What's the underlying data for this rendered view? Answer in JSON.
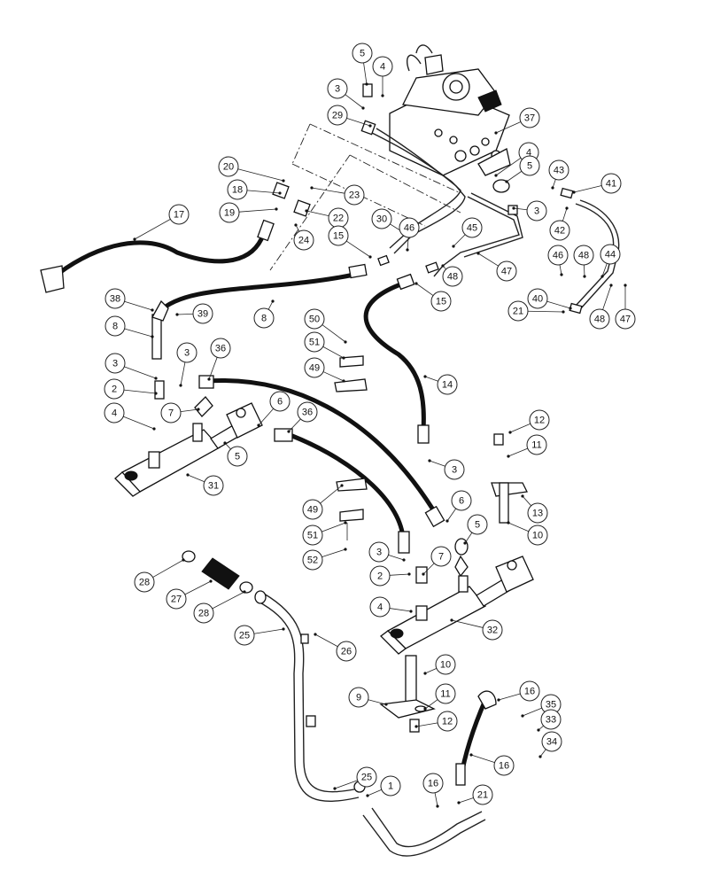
{
  "callouts": [
    {
      "label": "5"
    },
    {
      "label": "4"
    },
    {
      "label": "3"
    },
    {
      "label": "29"
    },
    {
      "label": "37"
    },
    {
      "label": "4"
    },
    {
      "label": "5"
    },
    {
      "label": "3"
    },
    {
      "label": "43"
    },
    {
      "label": "41"
    },
    {
      "label": "42"
    },
    {
      "label": "20"
    },
    {
      "label": "18"
    },
    {
      "label": "19"
    },
    {
      "label": "23"
    },
    {
      "label": "22"
    },
    {
      "label": "24"
    },
    {
      "label": "17"
    },
    {
      "label": "30"
    },
    {
      "label": "15"
    },
    {
      "label": "46"
    },
    {
      "label": "45"
    },
    {
      "label": "48"
    },
    {
      "label": "47"
    },
    {
      "label": "15"
    },
    {
      "label": "46"
    },
    {
      "label": "48"
    },
    {
      "label": "44"
    },
    {
      "label": "40"
    },
    {
      "label": "21"
    },
    {
      "label": "48"
    },
    {
      "label": "47"
    },
    {
      "label": "38"
    },
    {
      "label": "39"
    },
    {
      "label": "8"
    },
    {
      "label": "8"
    },
    {
      "label": "50"
    },
    {
      "label": "51"
    },
    {
      "label": "49"
    },
    {
      "label": "3"
    },
    {
      "label": "3"
    },
    {
      "label": "36"
    },
    {
      "label": "2"
    },
    {
      "label": "14"
    },
    {
      "label": "4"
    },
    {
      "label": "7"
    },
    {
      "label": "6"
    },
    {
      "label": "36"
    },
    {
      "label": "5"
    },
    {
      "label": "31"
    },
    {
      "label": "12"
    },
    {
      "label": "11"
    },
    {
      "label": "3"
    },
    {
      "label": "13"
    },
    {
      "label": "6"
    },
    {
      "label": "49"
    },
    {
      "label": "51"
    },
    {
      "label": "52"
    },
    {
      "label": "5"
    },
    {
      "label": "10"
    },
    {
      "label": "3"
    },
    {
      "label": "7"
    },
    {
      "label": "2"
    },
    {
      "label": "4"
    },
    {
      "label": "28"
    },
    {
      "label": "27"
    },
    {
      "label": "28"
    },
    {
      "label": "25"
    },
    {
      "label": "26"
    },
    {
      "label": "32"
    },
    {
      "label": "10"
    },
    {
      "label": "9"
    },
    {
      "label": "11"
    },
    {
      "label": "12"
    },
    {
      "label": "16"
    },
    {
      "label": "35"
    },
    {
      "label": "33"
    },
    {
      "label": "34"
    },
    {
      "label": "16"
    },
    {
      "label": "25"
    },
    {
      "label": "1"
    },
    {
      "label": "16"
    },
    {
      "label": "21"
    }
  ]
}
